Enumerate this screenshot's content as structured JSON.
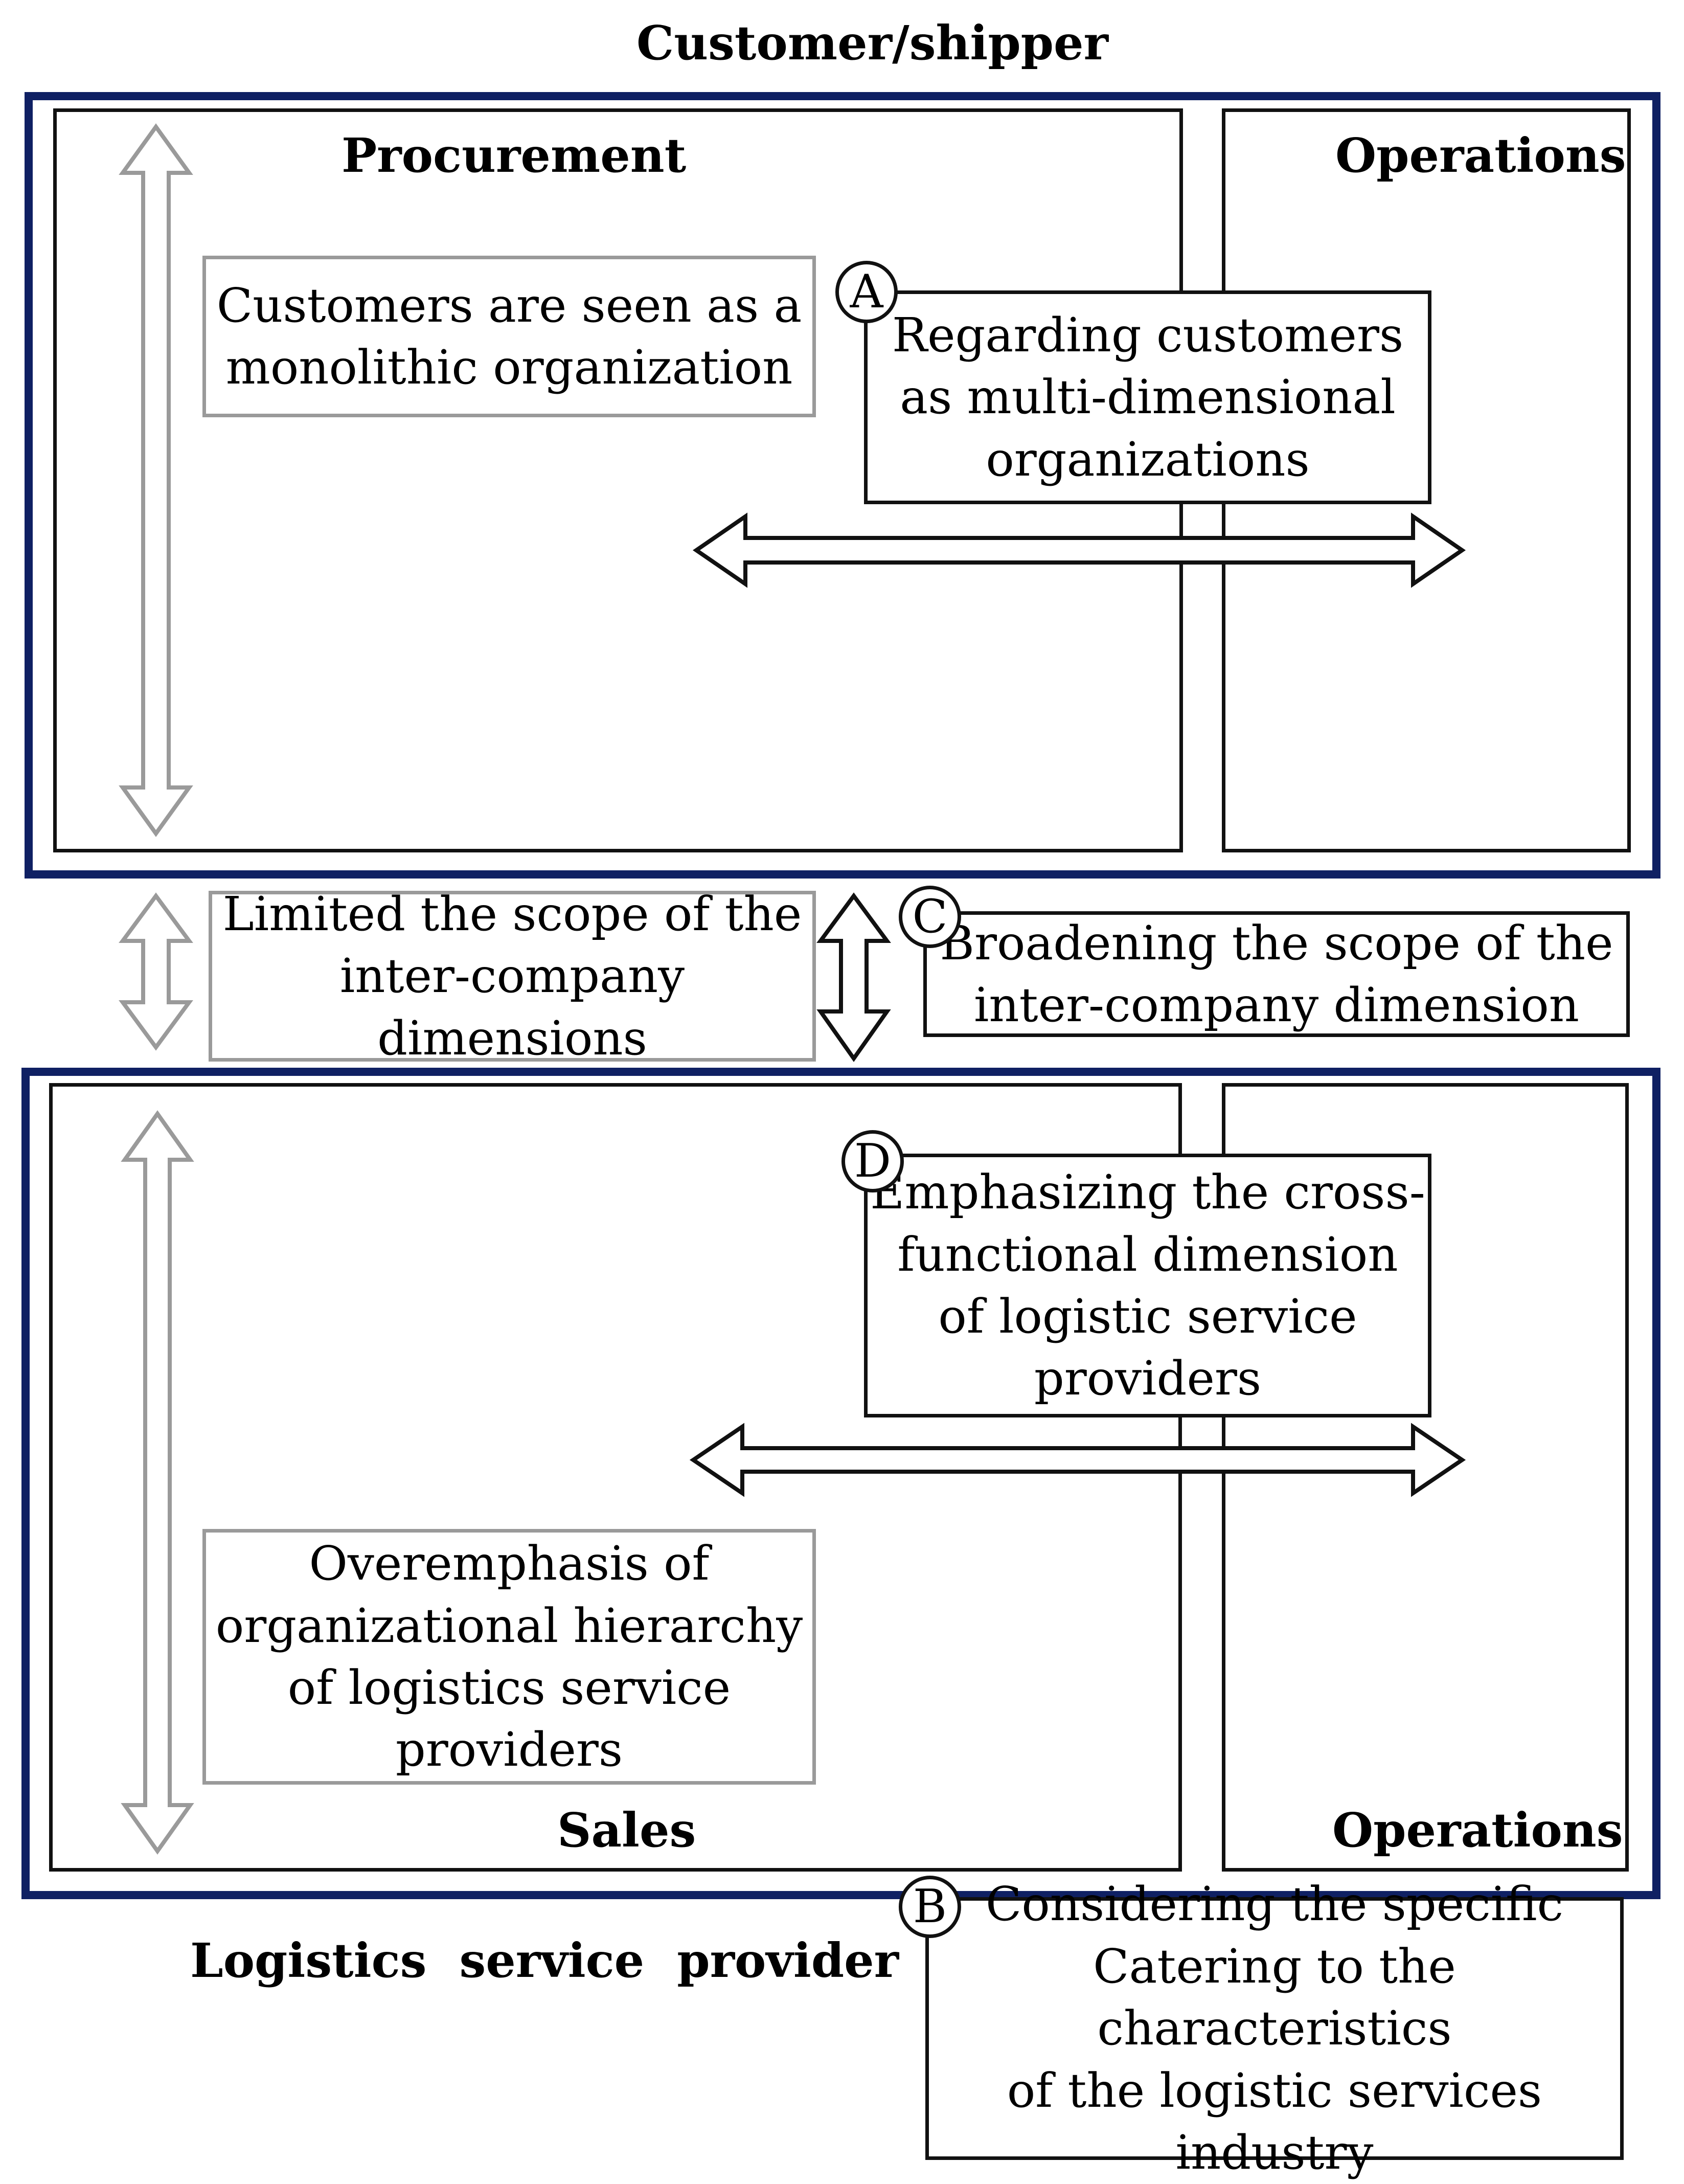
{
  "top_org": {
    "title": "Customer/shipper",
    "procurement_label": "Procurement",
    "operations_label": "Operations"
  },
  "bottom_org": {
    "title": "Logistics  service  provider",
    "sales_label": "Sales",
    "operations_label": "Operations"
  },
  "boxes": {
    "monolithic": "Customers are seen as a\nmonolithic organization",
    "limited_scope": "Limited the scope of the\ninter-company\ndimensions",
    "overemphasis": "Overemphasis of\norganizational hierarchy\nof logistics service\nproviders",
    "a": {
      "badge": "A",
      "text": "Regarding customers\nas multi-dimensional\norganizations"
    },
    "b": {
      "badge": "B",
      "text": "Considering the specific\nCatering to the characteristics\nof the logistic services\nindustry"
    },
    "c": {
      "badge": "C",
      "text": "Broadening the scope of the\ninter-company dimension"
    },
    "d": {
      "badge": "D",
      "text": "Emphasizing the cross-\nfunctional dimension\nof logistic service\nproviders"
    }
  },
  "colors": {
    "outer_frame": "#0f2063",
    "panel_border": "#111111",
    "gray_box_border": "#9a9a9a"
  }
}
